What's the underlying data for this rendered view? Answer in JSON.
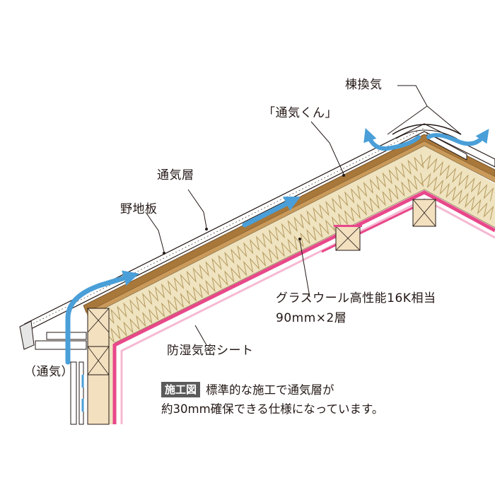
{
  "labels": {
    "ridge_vent": "棟換気",
    "tsuki_kun": "「通気くん」",
    "air_layer": "通気層",
    "sheathing": "野地板",
    "insulation_line1": "グラスウール高性能16K相当",
    "insulation_line2": "90mm×2層",
    "vapor_barrier": "防湿気密シート",
    "ventilation": "（通気）"
  },
  "note": {
    "badge": "施工図",
    "line1": "標準的な施工で通気層が",
    "line2": "約30mm確保できる仕様になっています。"
  },
  "colors": {
    "insulation_fill": "#efe3c0",
    "insulation_line": "#b59a5e",
    "sheathing": "#a8773a",
    "vapor_sheet": "#e8488a",
    "airflow": "#4a9fd8",
    "timber": "#f3e0bf",
    "roofing": "#ffffff",
    "outline": "#231815"
  }
}
